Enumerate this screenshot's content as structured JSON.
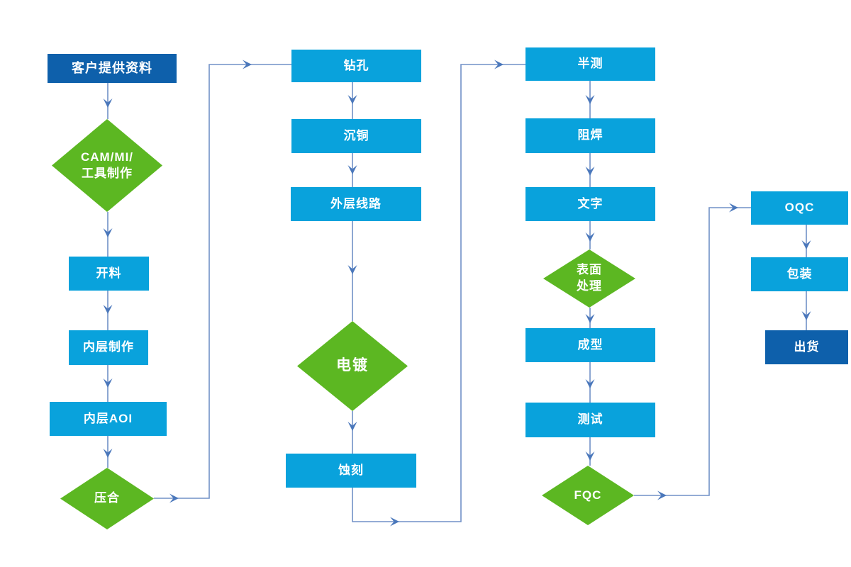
{
  "diagram": {
    "type": "flowchart",
    "description": "PCB manufacturing process flow",
    "colors": {
      "process_box": "#09a2dc",
      "terminal_box": "#0e60ab",
      "decision_diamond": "#5cb722",
      "connector_line": "#7191c7",
      "arrowhead": "#4a77bb",
      "label_text": "#ffffff",
      "background": "#ffffff"
    },
    "nodes": [
      {
        "id": "customer-data",
        "label": "客户提供资料",
        "shape": "rect",
        "variant": "terminal"
      },
      {
        "id": "cam-tooling",
        "label": "CAM/MI/工具制作",
        "lines": [
          "CAM/MI/",
          "工具制作"
        ],
        "shape": "diamond",
        "variant": "decision"
      },
      {
        "id": "cutting",
        "label": "开料",
        "shape": "rect",
        "variant": "process"
      },
      {
        "id": "inner-layer",
        "label": "内层制作",
        "shape": "rect",
        "variant": "process"
      },
      {
        "id": "inner-aoi",
        "label": "内层AOI",
        "shape": "rect",
        "variant": "process"
      },
      {
        "id": "lamination",
        "label": "压合",
        "shape": "diamond",
        "variant": "decision"
      },
      {
        "id": "drilling",
        "label": "钻孔",
        "shape": "rect",
        "variant": "process"
      },
      {
        "id": "copper-deposition",
        "label": "沉铜",
        "shape": "rect",
        "variant": "process"
      },
      {
        "id": "outer-circuit",
        "label": "外层线路",
        "shape": "rect",
        "variant": "process"
      },
      {
        "id": "plating",
        "label": "电镀",
        "shape": "diamond",
        "variant": "decision"
      },
      {
        "id": "etching",
        "label": "蚀刻",
        "shape": "rect",
        "variant": "process"
      },
      {
        "id": "half-test",
        "label": "半测",
        "shape": "rect",
        "variant": "process"
      },
      {
        "id": "solder-mask",
        "label": "阻焊",
        "shape": "rect",
        "variant": "process"
      },
      {
        "id": "silkscreen",
        "label": "文字",
        "shape": "rect",
        "variant": "process"
      },
      {
        "id": "surface-finish",
        "label": "表面处理",
        "lines": [
          "表面",
          "处理"
        ],
        "shape": "diamond",
        "variant": "decision"
      },
      {
        "id": "forming",
        "label": "成型",
        "shape": "rect",
        "variant": "process"
      },
      {
        "id": "testing",
        "label": "测试",
        "shape": "rect",
        "variant": "process"
      },
      {
        "id": "fqc",
        "label": "FQC",
        "shape": "diamond",
        "variant": "decision"
      },
      {
        "id": "oqc",
        "label": "OQC",
        "shape": "rect",
        "variant": "process"
      },
      {
        "id": "packaging",
        "label": "包装",
        "shape": "rect",
        "variant": "process"
      },
      {
        "id": "shipping",
        "label": "出货",
        "shape": "rect",
        "variant": "terminal"
      }
    ],
    "edges": [
      {
        "from": "customer-data",
        "to": "cam-tooling"
      },
      {
        "from": "cam-tooling",
        "to": "cutting"
      },
      {
        "from": "cutting",
        "to": "inner-layer"
      },
      {
        "from": "inner-layer",
        "to": "inner-aoi"
      },
      {
        "from": "inner-aoi",
        "to": "lamination"
      },
      {
        "from": "lamination",
        "to": "drilling"
      },
      {
        "from": "drilling",
        "to": "copper-deposition"
      },
      {
        "from": "copper-deposition",
        "to": "outer-circuit"
      },
      {
        "from": "outer-circuit",
        "to": "plating"
      },
      {
        "from": "plating",
        "to": "etching"
      },
      {
        "from": "etching",
        "to": "half-test"
      },
      {
        "from": "half-test",
        "to": "solder-mask"
      },
      {
        "from": "solder-mask",
        "to": "silkscreen"
      },
      {
        "from": "silkscreen",
        "to": "surface-finish"
      },
      {
        "from": "surface-finish",
        "to": "forming"
      },
      {
        "from": "forming",
        "to": "testing"
      },
      {
        "from": "testing",
        "to": "fqc"
      },
      {
        "from": "fqc",
        "to": "oqc"
      },
      {
        "from": "oqc",
        "to": "packaging"
      },
      {
        "from": "packaging",
        "to": "shipping"
      }
    ]
  }
}
